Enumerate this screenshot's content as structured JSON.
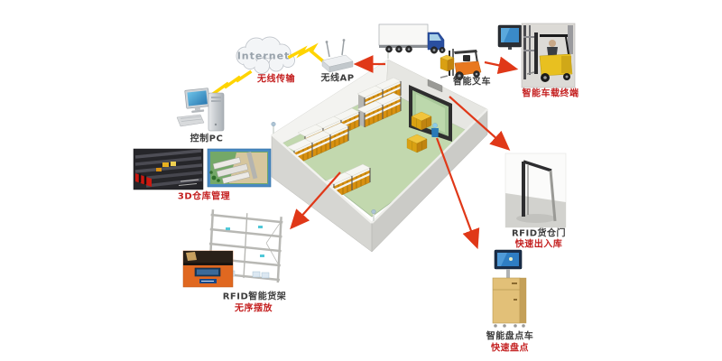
{
  "colors": {
    "label_red": "#c42020",
    "label_dark": "#3c3c3c",
    "arrow_red": "#e03818",
    "lightning_yellow": "#ffd400",
    "floor_green": "#c2d8ae",
    "rack_box_yellow": "#d89010"
  },
  "nodes": {
    "internet": {
      "label": "Internet"
    },
    "wireless_link": {
      "label": "无线传输"
    },
    "wireless_ap": {
      "label": "无线AP"
    },
    "control_pc": {
      "label": "控制PC"
    },
    "warehouse_3d_mgmt": {
      "label": "3D仓库管理"
    },
    "rfid_shelf": {
      "label": "RFID智能货架",
      "sublabel": "无序摆放"
    },
    "smart_forklift": {
      "label": "智能叉车"
    },
    "vehicle_terminal": {
      "label": "智能车载终端"
    },
    "rfid_gate": {
      "label": "RFID货仓门",
      "sublabel": "快速出入库"
    },
    "inventory_cart": {
      "label": "智能盘点车",
      "sublabel": "快速盘点"
    }
  },
  "connections": [
    {
      "from": "control_pc",
      "to": "internet",
      "type": "lightning"
    },
    {
      "from": "internet",
      "to": "wireless_ap",
      "type": "lightning"
    },
    {
      "from": "warehouse",
      "to": "wireless_ap",
      "type": "arrow"
    },
    {
      "from": "smart_forklift",
      "to": "vehicle_terminal",
      "type": "arrow"
    },
    {
      "from": "warehouse",
      "to": "rfid_shelf",
      "type": "arrow"
    },
    {
      "from": "warehouse",
      "to": "rfid_gate",
      "type": "arrow"
    },
    {
      "from": "warehouse",
      "to": "inventory_cart",
      "type": "arrow"
    }
  ]
}
